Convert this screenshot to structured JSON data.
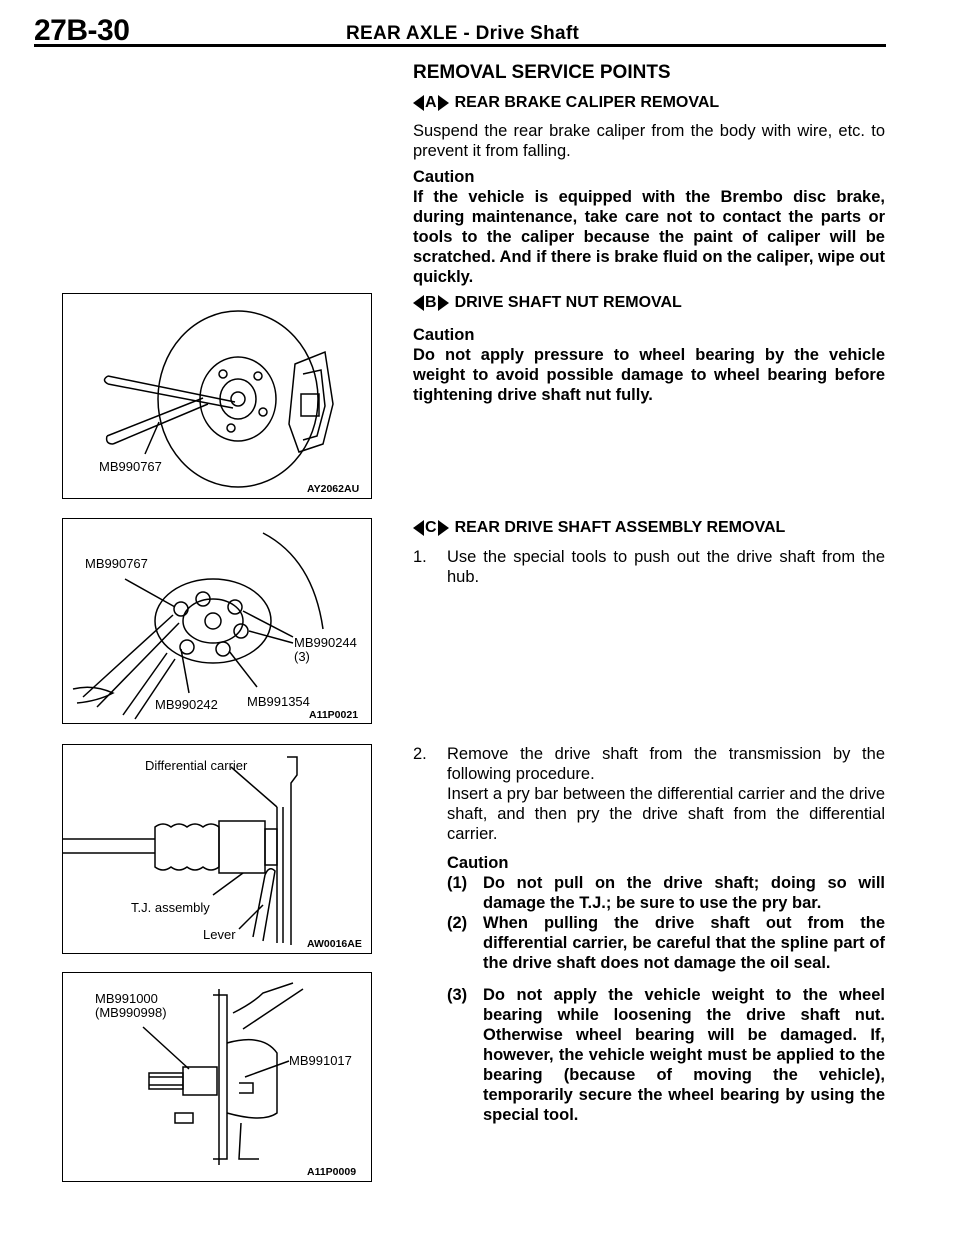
{
  "header": {
    "page_number": "27B-30",
    "title": "REAR AXLE  -  Drive Shaft"
  },
  "section": {
    "title": "REMOVAL SERVICE POINTS"
  },
  "points": {
    "a": {
      "letter": "A",
      "title": "REAR BRAKE CALIPER REMOVAL",
      "body": "Suspend the rear brake caliper from the body with wire, etc. to prevent it from falling.",
      "caution_title": "Caution",
      "caution_body": "If the vehicle is equipped with the Brembo disc brake, during maintenance, take care not to contact the parts or tools to the caliper because the paint of caliper will be scratched. And if there is brake fluid on the caliper, wipe out quickly."
    },
    "b": {
      "letter": "B",
      "title": "DRIVE SHAFT NUT REMOVAL",
      "caution_title": "Caution",
      "caution_body": "Do not apply pressure to wheel bearing by the vehicle weight to avoid possible damage to wheel bearing before tightening drive shaft nut fully."
    },
    "c": {
      "letter": "C",
      "title": "REAR DRIVE SHAFT ASSEMBLY REMOVAL",
      "step1_num": "1.",
      "step1_text": "Use the special tools to push out the drive shaft from the hub.",
      "step2_num": "2.",
      "step2_text": "Remove the drive shaft from the transmission by the following procedure.",
      "step2_detail": "Insert a pry bar between the differential carrier and the drive shaft, and then pry the drive shaft from the differential carrier.",
      "caution_title": "Caution",
      "cautions": [
        {
          "num": "(1)",
          "text": "Do not pull on the drive shaft; doing so will damage the T.J.; be sure to use the pry bar."
        },
        {
          "num": "(2)",
          "text": "When pulling the drive shaft out from the differential carrier, be careful that the spline part of the drive shaft does not damage the oil seal."
        },
        {
          "num": "(3)",
          "text": "Do not apply the vehicle weight to the wheel bearing while loosening the drive shaft nut. Otherwise wheel bearing will be damaged. If, however, the vehicle weight must be applied to the bearing (because of moving the vehicle), temporarily secure the wheel bearing by using the special tool."
        }
      ]
    }
  },
  "figures": {
    "fig1": {
      "code": "AY2062AU",
      "labels": [
        "MB990767"
      ]
    },
    "fig2": {
      "code": "A11P0021",
      "labels": [
        "MB990767",
        "MB990244\n(3)",
        "MB990242",
        "MB991354"
      ]
    },
    "fig3": {
      "code": "AW0016AE",
      "labels": [
        "Differential carrier",
        "T.J. assembly",
        "Lever"
      ]
    },
    "fig4": {
      "code": "A11P0009",
      "labels": [
        "MB991000\n(MB990998)",
        "MB991017"
      ]
    }
  }
}
